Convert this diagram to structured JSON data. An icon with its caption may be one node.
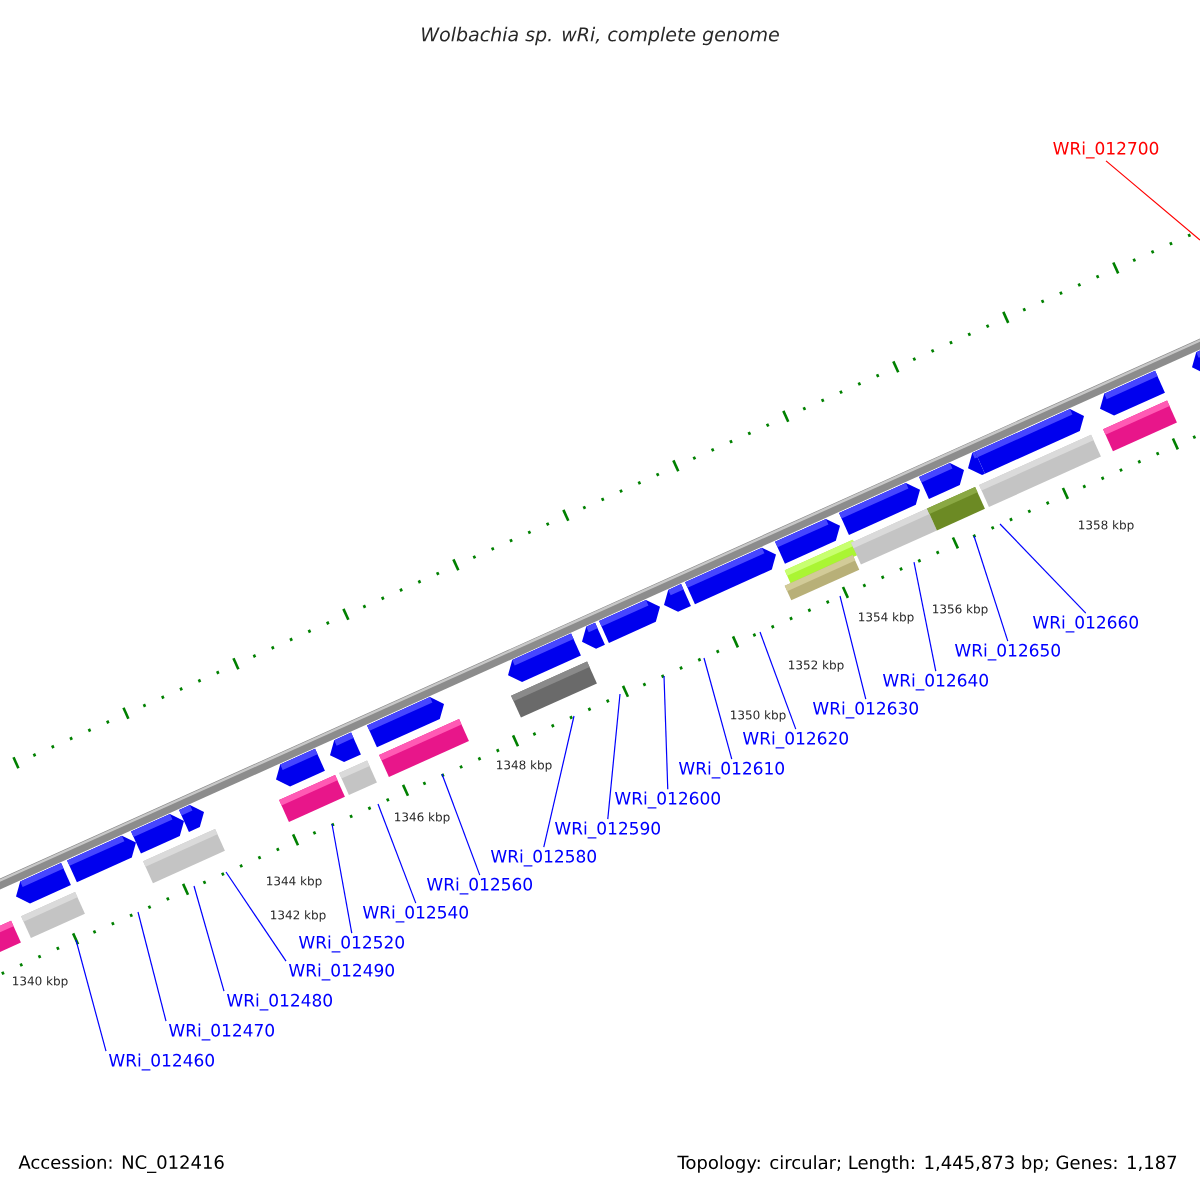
{
  "diagram": {
    "title": "Wolbachia sp. wRi, complete genome",
    "nodes": [
      {
        "text": [
          "WRi_012700"
        ]
      },
      {
        "text": [
          "WRi_012660"
        ]
      },
      {
        "text": [
          "WRi_012650"
        ]
      },
      {
        "text": [
          "WRi_012640"
        ]
      },
      {
        "text": [
          "WRi_012630"
        ]
      },
      {
        "text": [
          "WRi_012620"
        ]
      },
      {
        "text": [
          "WRi_012610"
        ]
      },
      {
        "text": [
          "WRi_012600"
        ]
      },
      {
        "text": [
          "WRi_012590"
        ]
      },
      {
        "text": [
          "WRi_012580"
        ]
      },
      {
        "text": [
          "WRi_012560"
        ]
      },
      {
        "text": [
          "WRi_012540"
        ]
      },
      {
        "text": [
          "WRi_012520"
        ]
      },
      {
        "text": [
          "WRi_012490"
        ]
      },
      {
        "text": [
          "WRi_012480"
        ]
      },
      {
        "text": [
          "WRi_012470"
        ]
      },
      {
        "text": [
          "WRi_012460"
        ]
      }
    ],
    "edges": [
      {
        "from": 0,
        "to": null,
        "arrow": "none",
        "color": "#ff0000"
      },
      {
        "from": 1,
        "to": null,
        "arrow": "none"
      },
      {
        "from": 2,
        "to": null,
        "arrow": "none"
      },
      {
        "from": 3,
        "to": null,
        "arrow": "none"
      },
      {
        "from": 4,
        "to": null,
        "arrow": "none"
      },
      {
        "from": 5,
        "to": null,
        "arrow": "none"
      },
      {
        "from": 6,
        "to": null,
        "arrow": "none"
      },
      {
        "from": 7,
        "to": null,
        "arrow": "none"
      },
      {
        "from": 8,
        "to": null,
        "arrow": "none"
      },
      {
        "from": 9,
        "to": null,
        "arrow": "none"
      },
      {
        "from": 10,
        "to": null,
        "arrow": "none"
      },
      {
        "from": 11,
        "to": null,
        "arrow": "none"
      },
      {
        "from": 12,
        "to": null,
        "arrow": "none"
      },
      {
        "from": 13,
        "to": null,
        "arrow": "none"
      },
      {
        "from": 14,
        "to": null,
        "arrow": "none"
      },
      {
        "from": 15,
        "to": null,
        "arrow": "none"
      },
      {
        "from": 16,
        "to": null,
        "arrow": "none"
      }
    ],
    "labels": [
      "1358 kbp",
      "1356 kbp",
      "1354 kbp",
      "1352 kbp",
      "1350 kbp",
      "1348 kbp",
      "1346 kbp",
      "1344 kbp",
      "1342 kbp",
      "1340 kbp",
      "Accession: NC_012416",
      "Topology: circular; Length: 1,445,873 bp; Genes: 1,187"
    ]
  }
}
